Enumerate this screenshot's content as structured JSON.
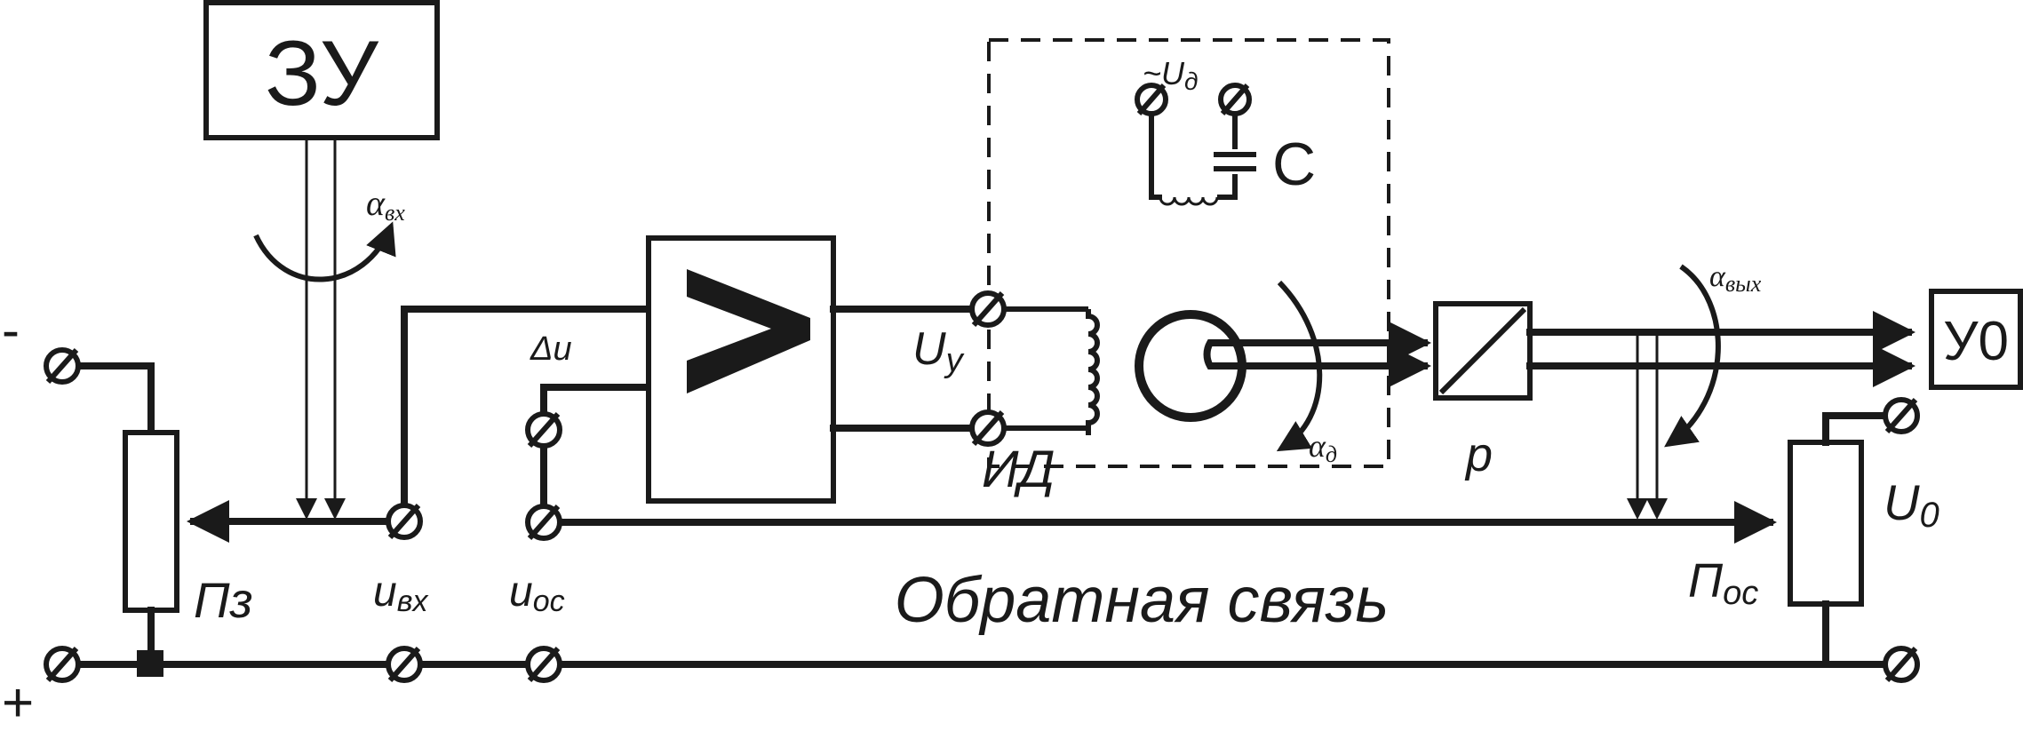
{
  "labels": {
    "zu": "ЗУ",
    "alpha_in": "α",
    "alpha_in_sub": "вх",
    "minus": "-",
    "plus": "+",
    "p_z": "Пз",
    "u_in": "u",
    "u_in_sub": "вх",
    "delta_u": "Δu",
    "u_fb": "u",
    "u_fb_sub": "ос",
    "u_y": "U",
    "u_y_sub": "у",
    "motor": "ИД",
    "u_d": "~U",
    "u_d_sub": "д",
    "cap": "С",
    "alpha_d": "α",
    "alpha_d_sub": "д",
    "reducer": "р",
    "alpha_out": "α",
    "alpha_out_sub": "вых",
    "yo": "У0",
    "u0": "U",
    "u0_sub": "0",
    "p_fb": "П",
    "p_fb_sub": "ос",
    "feedback": "Обратная связь"
  }
}
